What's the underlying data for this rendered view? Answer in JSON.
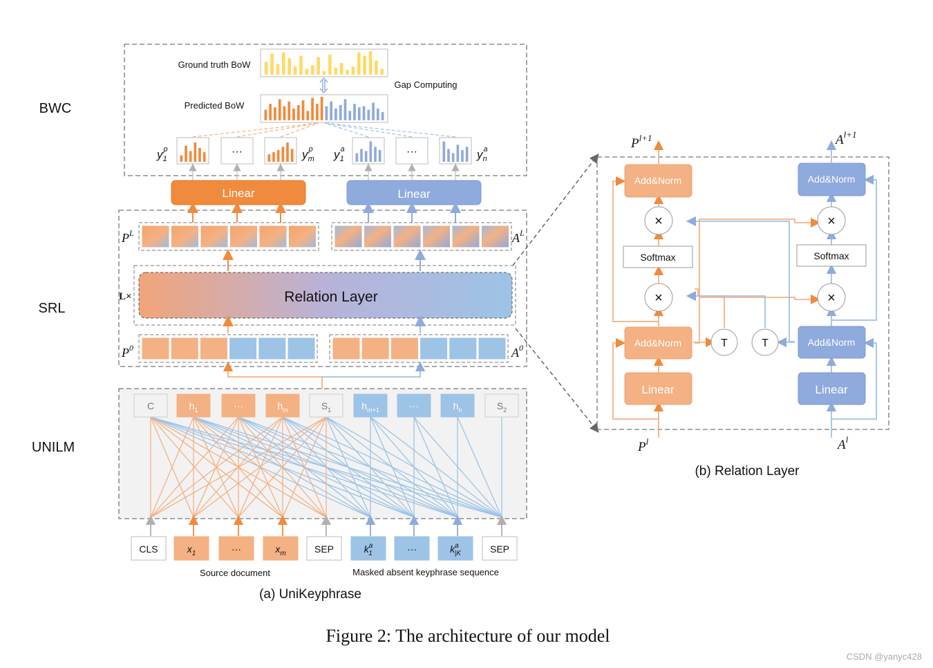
{
  "sections": {
    "bwc": "BWC",
    "srl": "SRL",
    "unilm": "UNILM"
  },
  "bwc": {
    "ground_truth": "Ground truth BoW",
    "predicted": "Predicted BoW",
    "gap": "Gap Computing",
    "gt_bars": [
      0.55,
      0.9,
      0.45,
      0.95,
      0.7,
      0.35,
      0.8,
      0.25,
      0.4,
      0.75,
      0.15,
      0.85,
      0.3,
      0.5,
      0.2,
      0.35,
      0.95,
      0.8,
      1.0,
      0.6,
      0.25
    ],
    "pred_bars": [
      0.45,
      0.7,
      0.55,
      0.9,
      0.6,
      0.8,
      0.5,
      0.65,
      0.85,
      0.4,
      0.95,
      0.7,
      1.0,
      0.6,
      0.8,
      0.5,
      0.65,
      0.9,
      0.4,
      0.7,
      0.55,
      0.6,
      0.45,
      0.75,
      0.5,
      0.35
    ],
    "pred_split": 13,
    "small_bars_p1": [
      0.3,
      0.75,
      0.5,
      0.9,
      0.65,
      0.45
    ],
    "small_bars_pm": [
      0.35,
      0.45,
      0.55,
      0.7,
      0.9,
      0.6
    ],
    "small_bars_a1": [
      0.4,
      0.6,
      0.5,
      0.95,
      0.7,
      0.55
    ],
    "small_bars_an": [
      0.95,
      0.6,
      0.4,
      0.8,
      0.55,
      0.7
    ],
    "ellipsis": "···",
    "yp1": "y",
    "yp1_sup": "p",
    "yp1_sub": "1",
    "ypm": "y",
    "ypm_sup": "p",
    "ypm_sub": "m",
    "ya1": "y",
    "ya1_sup": "a",
    "ya1_sub": "1",
    "yan": "y",
    "yan_sup": "a",
    "yan_sub": "n"
  },
  "linear_p": "Linear",
  "linear_a": "Linear",
  "srl": {
    "relation_layer": "Relation Layer",
    "lx": "L×",
    "pL": "P",
    "pL_sup": "L",
    "aL": "A",
    "aL_sup": "L",
    "p0": "P",
    "p0_sup": "0",
    "a0": "A",
    "a0_sup": "0"
  },
  "unilm": {
    "hidden": [
      "C",
      "h",
      "···",
      "h",
      "S",
      "h",
      "···",
      "h",
      "S"
    ],
    "hidden_sub": [
      "",
      "1",
      "",
      "m",
      "1",
      "m+1",
      "",
      "n",
      "2"
    ],
    "inputs": [
      "CLS",
      "x",
      "···",
      "x",
      "SEP",
      "k",
      "···",
      "k",
      "SEP"
    ],
    "inputs_sub": [
      "",
      "1",
      "",
      "m",
      "",
      "1",
      "",
      "|K",
      ""
    ],
    "inputs_sup": [
      "",
      "",
      "",
      "",
      "",
      "a",
      "",
      "a",
      ""
    ],
    "source_document": "Source document",
    "masked_seq": "Masked absent keyphrase sequence"
  },
  "captions": {
    "a": "(a) UniKeyphrase",
    "b": "(b) Relation Layer",
    "figure": "Figure 2: The architecture of our model",
    "watermark": "CSDN @yanyc428"
  },
  "relation": {
    "add_norm": "Add&Norm",
    "softmax": "Softmax",
    "linear": "Linear",
    "times": "×",
    "t": "T",
    "p_out": "P",
    "p_out_sup": "l+1",
    "a_out": "A",
    "a_out_sup": "l+1",
    "p_in": "P",
    "p_in_sup": "l",
    "a_in": "A",
    "a_in_sup": "l"
  },
  "colors": {
    "orange": "#f08a3c",
    "orange_light": "#f4b183",
    "blue": "#8faadc",
    "blue_light": "#9dc3e6",
    "yellow": "#ffd966",
    "gray_bg": "#f2f2f2"
  }
}
